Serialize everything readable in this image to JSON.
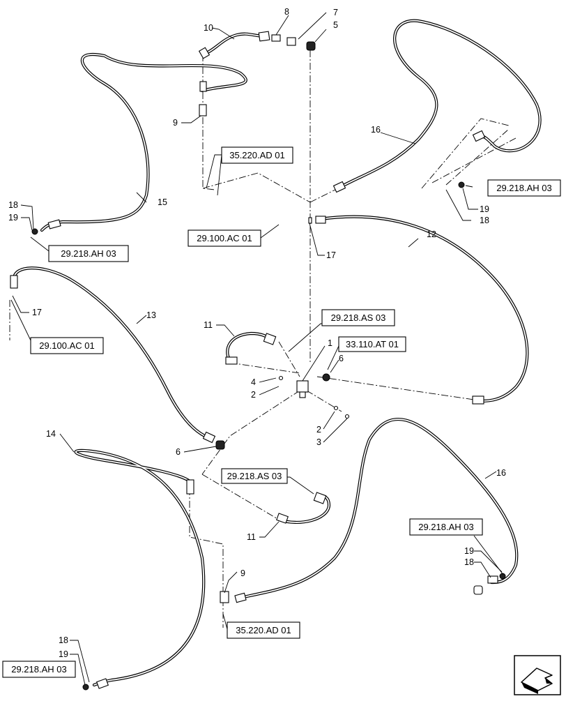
{
  "diagram": {
    "references": [
      {
        "id": "ref-35220-top",
        "text": "35.220.AD 01"
      },
      {
        "id": "ref-29218ah-right",
        "text": "29.218.AH 03"
      },
      {
        "id": "ref-29100ac-mid",
        "text": "29.100.AC 01"
      },
      {
        "id": "ref-29218ah-left",
        "text": "29.218.AH 03"
      },
      {
        "id": "ref-29100ac-left",
        "text": "29.100.AC 01"
      },
      {
        "id": "ref-29218as-top",
        "text": "29.218.AS 03"
      },
      {
        "id": "ref-33110at",
        "text": "33.110.AT 01"
      },
      {
        "id": "ref-29218as-bottom",
        "text": "29.218.AS 03"
      },
      {
        "id": "ref-29218ah-br",
        "text": "29.218.AH 03"
      },
      {
        "id": "ref-35220-bottom",
        "text": "35.220.AD 01"
      },
      {
        "id": "ref-29218ah-bl",
        "text": "29.218.AH 03"
      }
    ],
    "callouts": [
      {
        "id": "c10",
        "text": "10"
      },
      {
        "id": "c8",
        "text": "8"
      },
      {
        "id": "c7",
        "text": "7"
      },
      {
        "id": "c5",
        "text": "5"
      },
      {
        "id": "c9-top",
        "text": "9"
      },
      {
        "id": "c16-top",
        "text": "16"
      },
      {
        "id": "c15",
        "text": "15"
      },
      {
        "id": "c18-left",
        "text": "18"
      },
      {
        "id": "c19-left",
        "text": "19"
      },
      {
        "id": "c19-right",
        "text": "19"
      },
      {
        "id": "c18-right",
        "text": "18"
      },
      {
        "id": "c17-mid",
        "text": "17"
      },
      {
        "id": "c12",
        "text": "12"
      },
      {
        "id": "c17-left",
        "text": "17"
      },
      {
        "id": "c13",
        "text": "13"
      },
      {
        "id": "c11-top",
        "text": "11"
      },
      {
        "id": "c1",
        "text": "1"
      },
      {
        "id": "c6-right",
        "text": "6"
      },
      {
        "id": "c4",
        "text": "4"
      },
      {
        "id": "c2-left",
        "text": "2"
      },
      {
        "id": "c2-right",
        "text": "2"
      },
      {
        "id": "c3",
        "text": "3"
      },
      {
        "id": "c14",
        "text": "14"
      },
      {
        "id": "c6-left",
        "text": "6"
      },
      {
        "id": "c16-bottom",
        "text": "16"
      },
      {
        "id": "c11-bottom",
        "text": "11"
      },
      {
        "id": "c19-br",
        "text": "19"
      },
      {
        "id": "c18-br",
        "text": "18"
      },
      {
        "id": "c9-bottom",
        "text": "9"
      },
      {
        "id": "c18-bl",
        "text": "18"
      },
      {
        "id": "c19-bl",
        "text": "19"
      }
    ],
    "nav_icon": "arrow-navigation-icon"
  }
}
